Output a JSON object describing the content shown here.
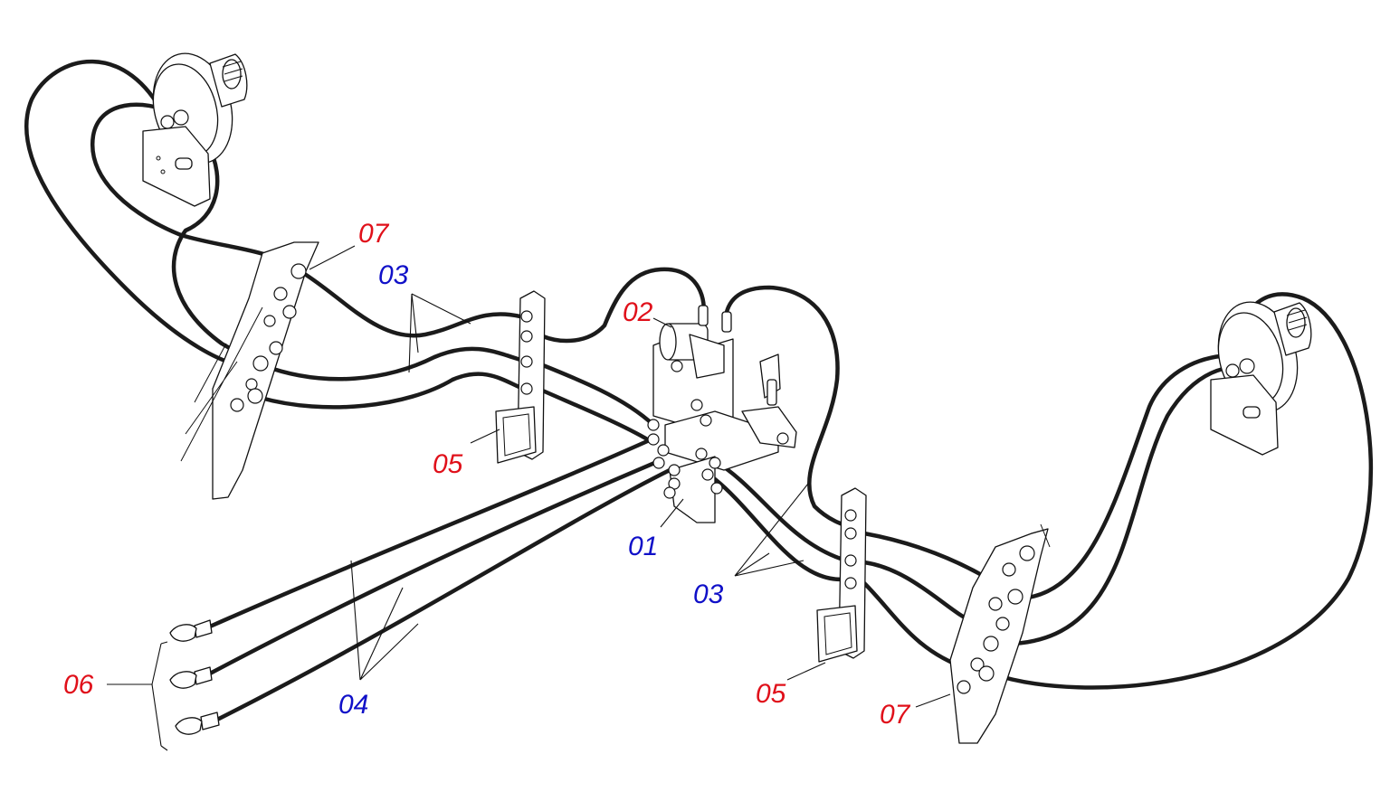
{
  "diagram": {
    "colors": {
      "red_label": "#e0101a",
      "blue_label": "#1010c8",
      "line": "#111111",
      "hose": "#1b1b1b"
    },
    "labels": [
      {
        "id": "lbl-07-top",
        "text": "07",
        "color": "red"
      },
      {
        "id": "lbl-03-top",
        "text": "03",
        "color": "blue"
      },
      {
        "id": "lbl-02",
        "text": "02",
        "color": "red"
      },
      {
        "id": "lbl-05-left",
        "text": "05",
        "color": "red"
      },
      {
        "id": "lbl-01",
        "text": "01",
        "color": "blue"
      },
      {
        "id": "lbl-03-mid",
        "text": "03",
        "color": "blue"
      },
      {
        "id": "lbl-06",
        "text": "06",
        "color": "red"
      },
      {
        "id": "lbl-04",
        "text": "04",
        "color": "blue"
      },
      {
        "id": "lbl-05-right",
        "text": "05",
        "color": "red"
      },
      {
        "id": "lbl-07-bottom",
        "text": "07",
        "color": "red"
      }
    ]
  }
}
